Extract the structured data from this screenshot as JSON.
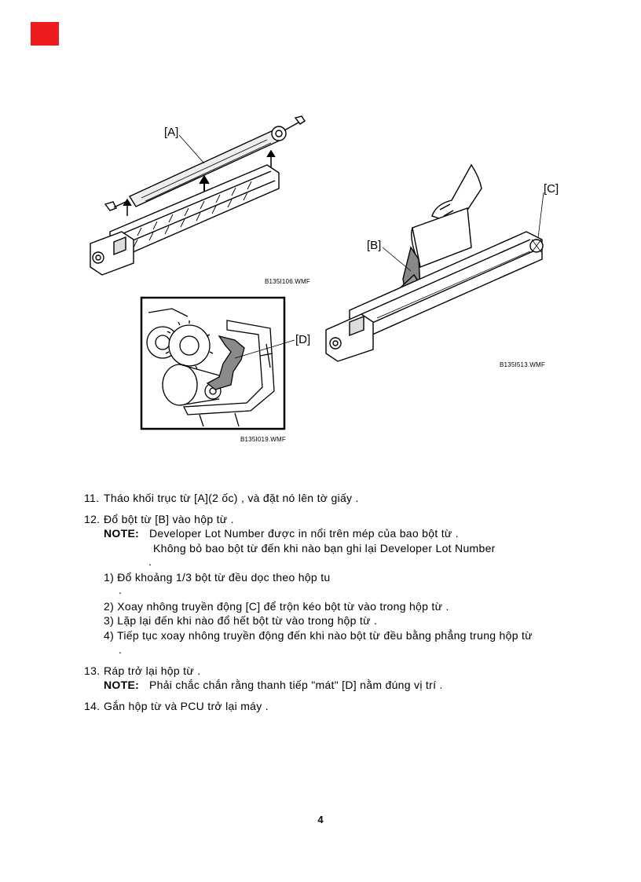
{
  "figures": {
    "fig1": {
      "label": "[A]",
      "caption": "B135I106.WMF"
    },
    "fig2": {
      "label_b": "[B]",
      "label_c": "[C]",
      "caption": "B135I513.WMF"
    },
    "fig3": {
      "label": "[D]",
      "caption": "B135I019.WMF"
    }
  },
  "steps": {
    "s11": {
      "num": "11.",
      "text": "Tháo khối trục từ [A](2 ốc) , và đặt nó lên tờ giấy ."
    },
    "s12": {
      "num": "12.",
      "text": "Đổ bột từ [B] vào hộp từ .",
      "note_label": "NOTE:",
      "note_line1": "Developer Lot Number được in nổi trên mép của bao bột từ .",
      "note_line2": "Không bỏ bao bột từ đến khi nào bạn ghi lại  Developer Lot Number",
      "note_dot": ".",
      "sub1": "1) Đổ khoảng 1/3 bột từ  đều dọc theo hộp tu",
      "sub1_dot": ".",
      "sub2": "2) Xoay nhông truyền động [C] để trộn kéo bột từ vào trong hộp từ .",
      "sub3": "3) Lặp lại đến khi nào đổ hết bột từ vào trong hộp từ .",
      "sub4": "4) Tiếp tục xoay nhông truyền động đến khi nào bột từ đều bằng phẳng trung hộp từ",
      "sub4_dot": "."
    },
    "s13": {
      "num": "13.",
      "text": "Ráp trở lại hộp từ .",
      "note_label": "NOTE:",
      "note_text": "Phải chắc chắn rằng thanh tiếp \"mát\" [D] nằm đúng vị trí ."
    },
    "s14": {
      "num": "14.",
      "text": "Gắn hộp từ và PCU trở lại máy ."
    }
  },
  "page_number": "4"
}
